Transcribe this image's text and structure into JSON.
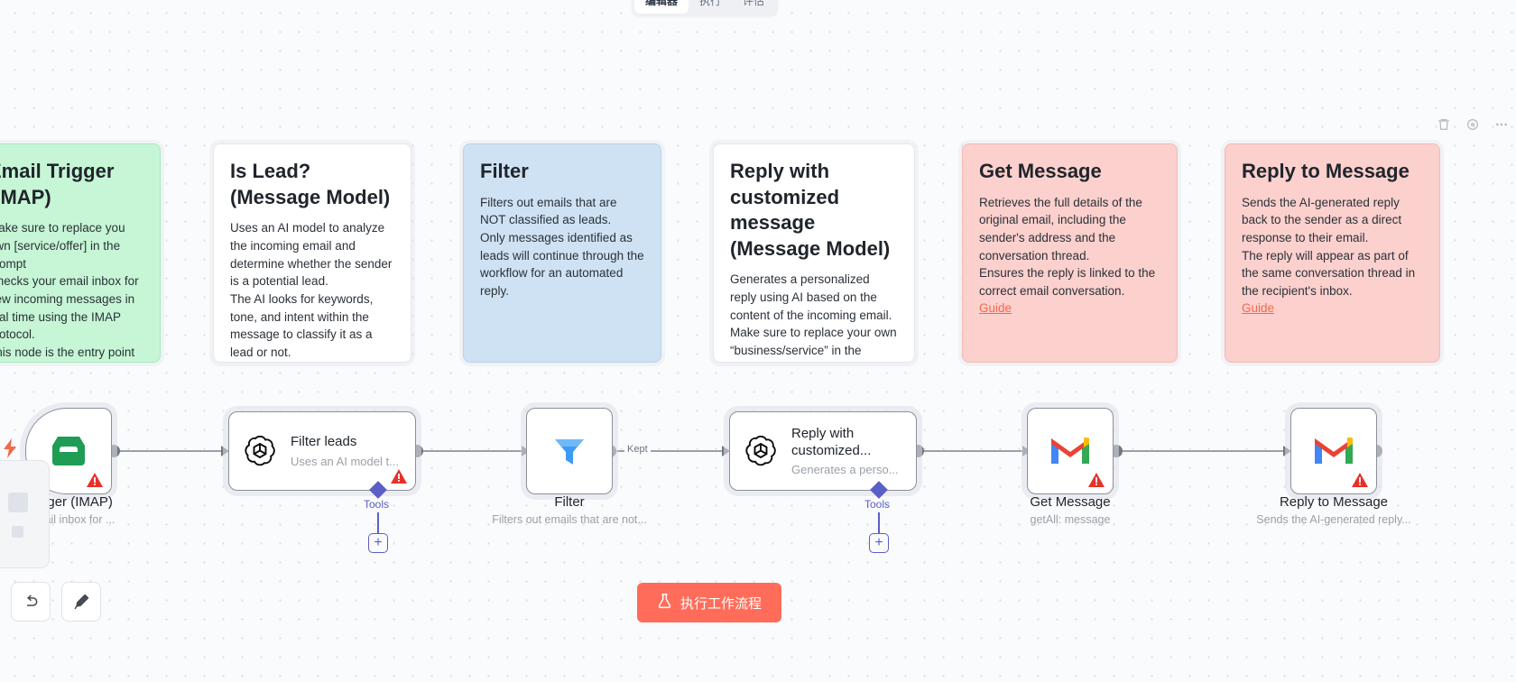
{
  "app": {
    "execute_button_label": "执行工作流程",
    "execute_icon": "flask-icon"
  },
  "top_tabs": [
    {
      "label": "编辑器",
      "active": true
    },
    {
      "label": "执行",
      "active": false
    },
    {
      "label": "评估",
      "active": false
    }
  ],
  "top_right_icons": [
    {
      "name": "trash-icon"
    },
    {
      "name": "target-icon"
    },
    {
      "name": "more-options-icon"
    }
  ],
  "sticky_notes": [
    {
      "id": "email-trigger",
      "color": "green",
      "title": "Email Trigger (IMAP)",
      "body": "Make sure to replace you own [service/offer] in the prompt\nChecks your email inbox for new incoming messages in real time using the IMAP protocol.\nThis node is the entry point of the workflow, capturing",
      "guide": ""
    },
    {
      "id": "is-lead",
      "color": "white",
      "title": "Is Lead? (Message Model)",
      "body": "Uses an AI model to analyze the incoming email and determine whether the sender is a potential lead.\nThe AI looks for keywords, tone, and intent within the message to classify it as a lead or not.",
      "guide": ""
    },
    {
      "id": "filter",
      "color": "blue",
      "title": "Filter",
      "body": "Filters out emails that are NOT classified as leads.\nOnly messages identified as leads will continue through the workflow for an automated reply.",
      "guide": ""
    },
    {
      "id": "reply-customized",
      "color": "white",
      "title": "Reply with customized message (Message Model)",
      "body": "Generates a personalized reply using AI based on the content of the incoming email.\nMake sure to replace your own “business/service” in the prompt.",
      "guide": ""
    },
    {
      "id": "get-message",
      "color": "red",
      "title": "Get Message",
      "body": "Retrieves the full details of the original email, including the sender's address and the conversation thread.\nEnsures the reply is linked to the correct email conversation.",
      "guide": "Guide"
    },
    {
      "id": "reply-to-message",
      "color": "red",
      "title": "Reply to Message",
      "body": "Sends the AI-generated reply back to the sender as a direct response to their email.\nThe reply will appear as part of the same conversation thread in the recipient's inbox.",
      "guide": "Guide"
    }
  ],
  "nodes": [
    {
      "id": "email-trigger-node",
      "icon": "inbox-icon",
      "caption_title": "Trigger (IMAP)",
      "caption_sub": "r email inbox for ...",
      "has_warning": true,
      "inner_title": "",
      "inner_sub": ""
    },
    {
      "id": "filter-leads-node",
      "icon": "openai-icon",
      "inner_title": "Filter leads",
      "inner_sub": "Uses an AI model t...",
      "caption_title": "",
      "caption_sub": "",
      "has_warning": true,
      "tools_label": "Tools"
    },
    {
      "id": "filter-node",
      "icon": "funnel-icon",
      "caption_title": "Filter",
      "caption_sub": "Filters out emails that are not...",
      "has_warning": false,
      "inner_title": "",
      "inner_sub": ""
    },
    {
      "id": "reply-customized-node",
      "icon": "openai-icon",
      "inner_title": "Reply with customized...",
      "inner_sub": "Generates a perso...",
      "caption_title": "",
      "caption_sub": "",
      "has_warning": false,
      "tools_label": "Tools"
    },
    {
      "id": "get-message-node",
      "icon": "gmail-icon",
      "caption_title": "Get Message",
      "caption_sub": "getAll: message",
      "has_warning": true,
      "inner_title": "",
      "inner_sub": ""
    },
    {
      "id": "reply-to-message-node",
      "icon": "gmail-icon",
      "caption_title": "Reply to Message",
      "caption_sub": "Sends the AI-generated reply...",
      "has_warning": true,
      "inner_title": "",
      "inner_sub": ""
    }
  ],
  "connections": {
    "filter_output_label": "Kept"
  },
  "bottom_controls": [
    {
      "name": "undo-button",
      "glyph": "↺"
    },
    {
      "name": "tidy-up-button",
      "glyph": "🖌"
    }
  ],
  "colors": {
    "accent_execute": "#ff6d5a",
    "sticky_green": "#c6f6d5",
    "sticky_blue": "#cfe2f3",
    "sticky_red": "#fbd0cd",
    "tools_purple": "#5a5fc7",
    "guide_link": "#f2694a"
  }
}
